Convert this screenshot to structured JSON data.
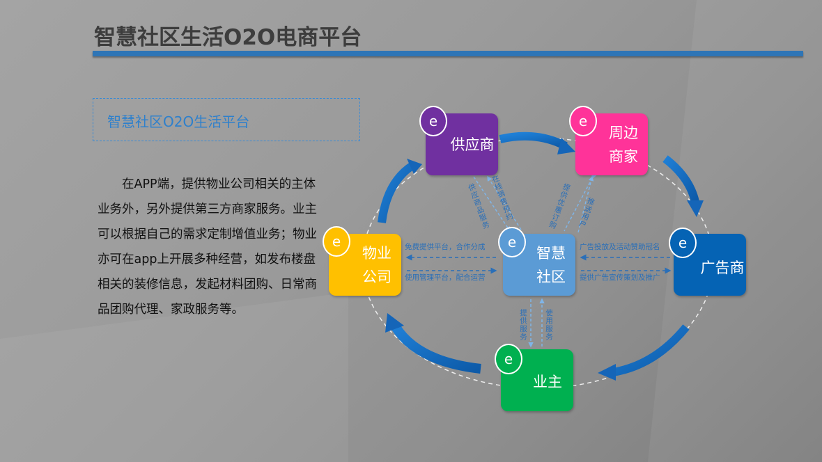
{
  "header": {
    "title": "智慧社区生活O2O电商平台"
  },
  "sidebar": {
    "subtitle": "智慧社区O2O生活平台",
    "paragraph": "在APP端，提供物业公司相关的主体业务外，另外提供第三方商家服务。业主可以根据自己的需求定制增值业务；物业亦可在app上开展多种经营，如发布楼盘相关的装修信息，发起材料团购、日常商品团购代理、家政服务等。"
  },
  "diagram": {
    "badge": "e",
    "nodes": [
      {
        "id": "supplier",
        "label": "供应商",
        "color": "#7030a0"
      },
      {
        "id": "merchant",
        "label": "周边商家",
        "color": "#ff3399"
      },
      {
        "id": "property",
        "label": "物业公司",
        "color": "#ffc000"
      },
      {
        "id": "center",
        "label": "智慧社区",
        "color": "#5b9bd5"
      },
      {
        "id": "advertiser",
        "label": "广告商",
        "color": "#0563b4"
      },
      {
        "id": "owner",
        "label": "业主",
        "color": "#00b050"
      }
    ],
    "edges": {
      "supplier_down": "供应商品服务",
      "supplier_up": "在线销售预约",
      "merchant_down": "提供优惠订购",
      "merchant_up": "推送用户",
      "property_top": "免费提供平台，合作分成",
      "property_bottom": "使用管理平台，配合运营",
      "advertiser_top": "广告投放及活动赞助冠名",
      "advertiser_bottom": "提供广告宣传策划及推广",
      "owner_down": "提供服务",
      "owner_up": "使用服务"
    }
  }
}
